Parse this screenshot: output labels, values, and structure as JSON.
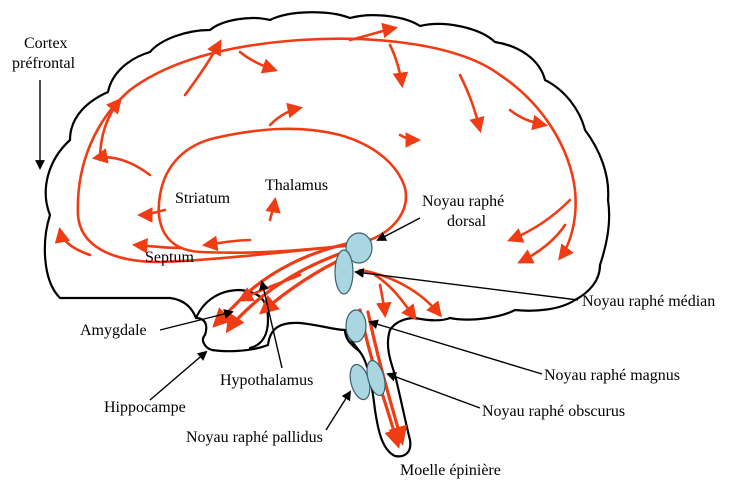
{
  "diagram": {
    "labels": {
      "cortex_prefrontal_1": "Cortex",
      "cortex_prefrontal_2": "préfrontal",
      "striatum": "Striatum",
      "thalamus": "Thalamus",
      "septum": "Septum",
      "amygdale": "Amygdale",
      "hippocampe": "Hippocampe",
      "hypothalamus": "Hypothalamus",
      "raphe_dorsal_1": "Noyau raphé",
      "raphe_dorsal_2": "dorsal",
      "raphe_median": "Noyau raphé médian",
      "raphe_magnus": "Noyau raphé magnus",
      "raphe_obscurus": "Noyau raphé obscurus",
      "raphe_pallidus": "Noyau raphé pallidus",
      "moelle": "Moelle épinière"
    },
    "colors": {
      "pathway": "#f03c14",
      "nucleus_fill": "#a9d6e1",
      "outline": "#000000"
    }
  }
}
